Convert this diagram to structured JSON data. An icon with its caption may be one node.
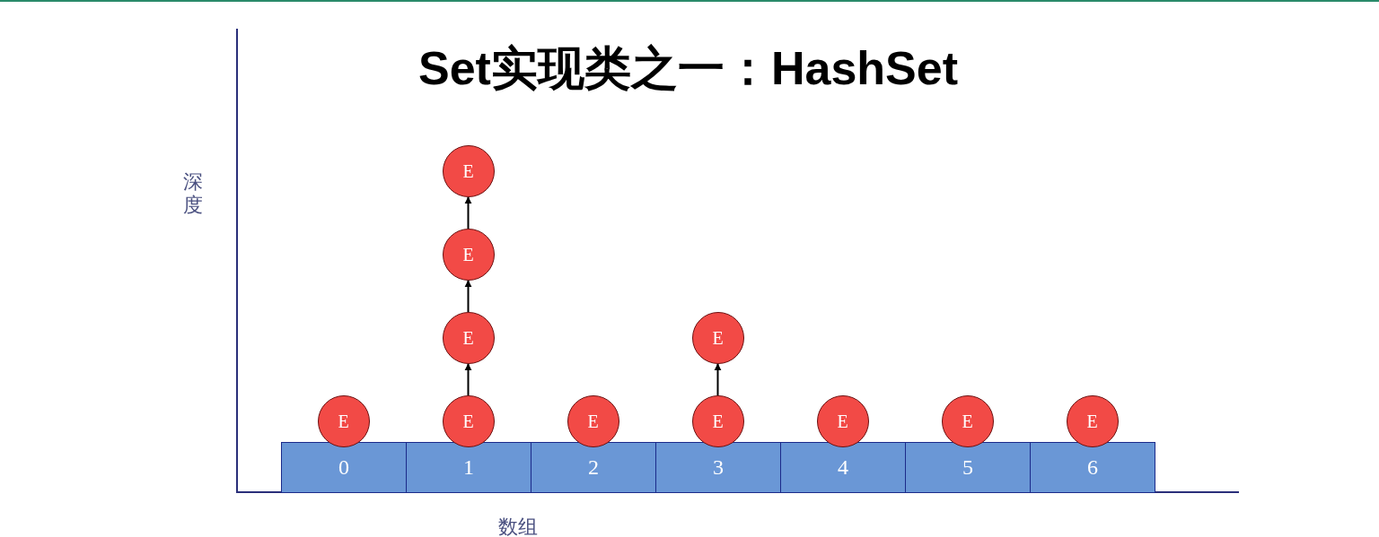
{
  "diagram": {
    "title": "Set实现类之一：HashSet",
    "nodes": [
      {
        "text": [
          "0"
        ]
      },
      {
        "text": [
          "1"
        ]
      },
      {
        "text": [
          "2"
        ]
      },
      {
        "text": [
          "3"
        ]
      },
      {
        "text": [
          "4"
        ]
      },
      {
        "text": [
          "5"
        ]
      },
      {
        "text": [
          "6"
        ]
      },
      {
        "text": [
          "E"
        ]
      },
      {
        "text": [
          "E"
        ]
      },
      {
        "text": [
          "E"
        ]
      },
      {
        "text": [
          "E"
        ]
      },
      {
        "text": [
          "E"
        ]
      },
      {
        "text": [
          "E"
        ]
      },
      {
        "text": [
          "E"
        ]
      },
      {
        "text": [
          "E"
        ]
      },
      {
        "text": [
          "E"
        ]
      },
      {
        "text": [
          "E"
        ]
      },
      {
        "text": [
          "E"
        ]
      }
    ],
    "edges": [
      {
        "from": 8,
        "to": 14,
        "arrow": "to"
      },
      {
        "from": 14,
        "to": 15,
        "arrow": "to"
      },
      {
        "from": 15,
        "to": 16,
        "arrow": "to"
      },
      {
        "from": 10,
        "to": 17,
        "arrow": "to"
      }
    ],
    "labels": [
      "深度",
      "数组"
    ]
  }
}
